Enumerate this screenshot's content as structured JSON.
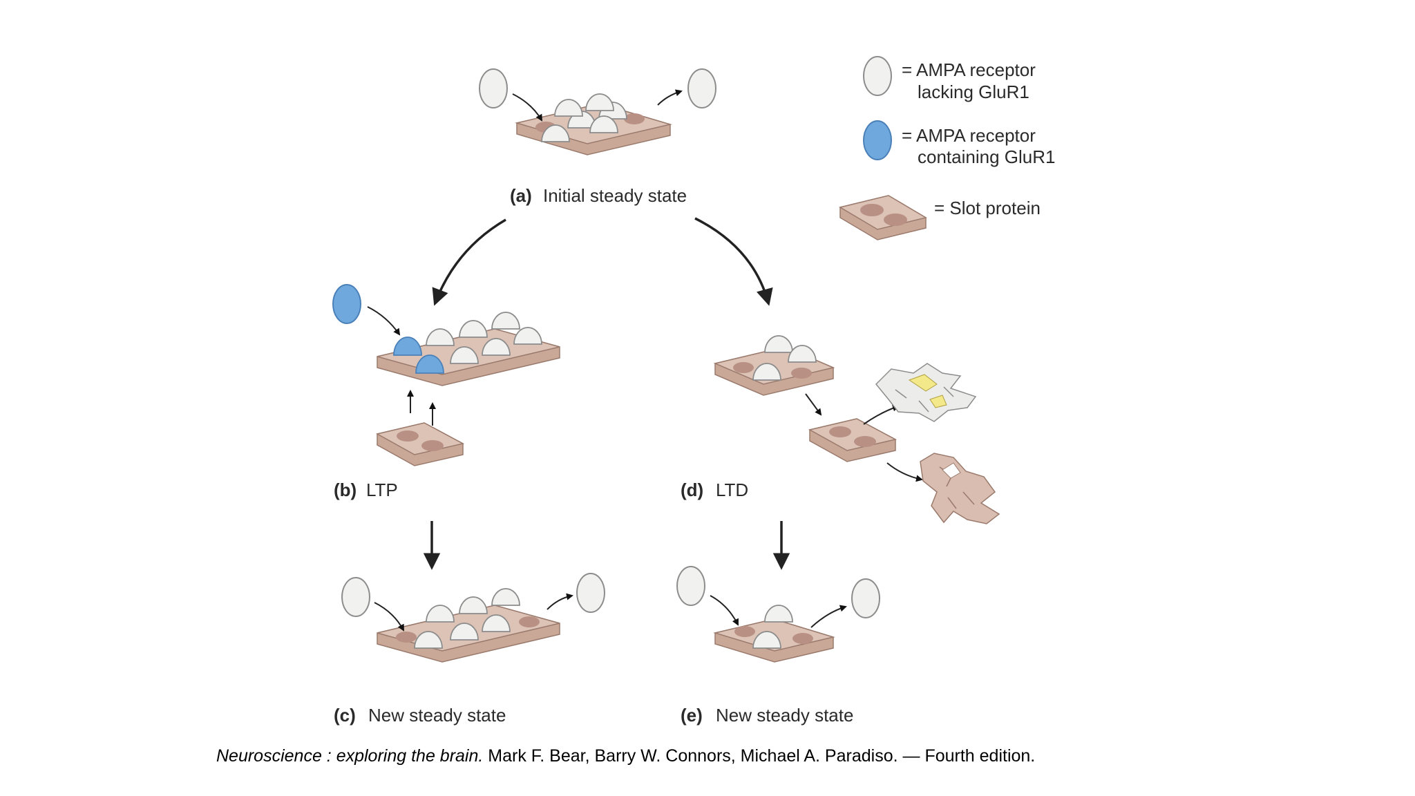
{
  "legend": {
    "lacking_line1": "= AMPA receptor",
    "lacking_line2": "lacking GluR1",
    "containing_line1": "= AMPA receptor",
    "containing_line2": "containing GluR1",
    "slot": "= Slot protein"
  },
  "panels": {
    "a": {
      "tag": "(a)",
      "text": "Initial steady state"
    },
    "b": {
      "tag": "(b)",
      "text": "LTP"
    },
    "c": {
      "tag": "(c)",
      "text": "New steady state"
    },
    "d": {
      "tag": "(d)",
      "text": "LTD"
    },
    "e": {
      "tag": "(e)",
      "text": "New steady state"
    }
  },
  "citation": {
    "title": "Neuroscience : exploring the brain.",
    "authors": " Mark F. Bear, Barry W. Connors, Michael A. Paradiso. — Fourth edition."
  },
  "colors": {
    "receptor_lacking": "#f1f1ef",
    "receptor_containing": "#6ea8dc",
    "slot_protein": "#d9bdb0",
    "arrow": "#222222"
  }
}
